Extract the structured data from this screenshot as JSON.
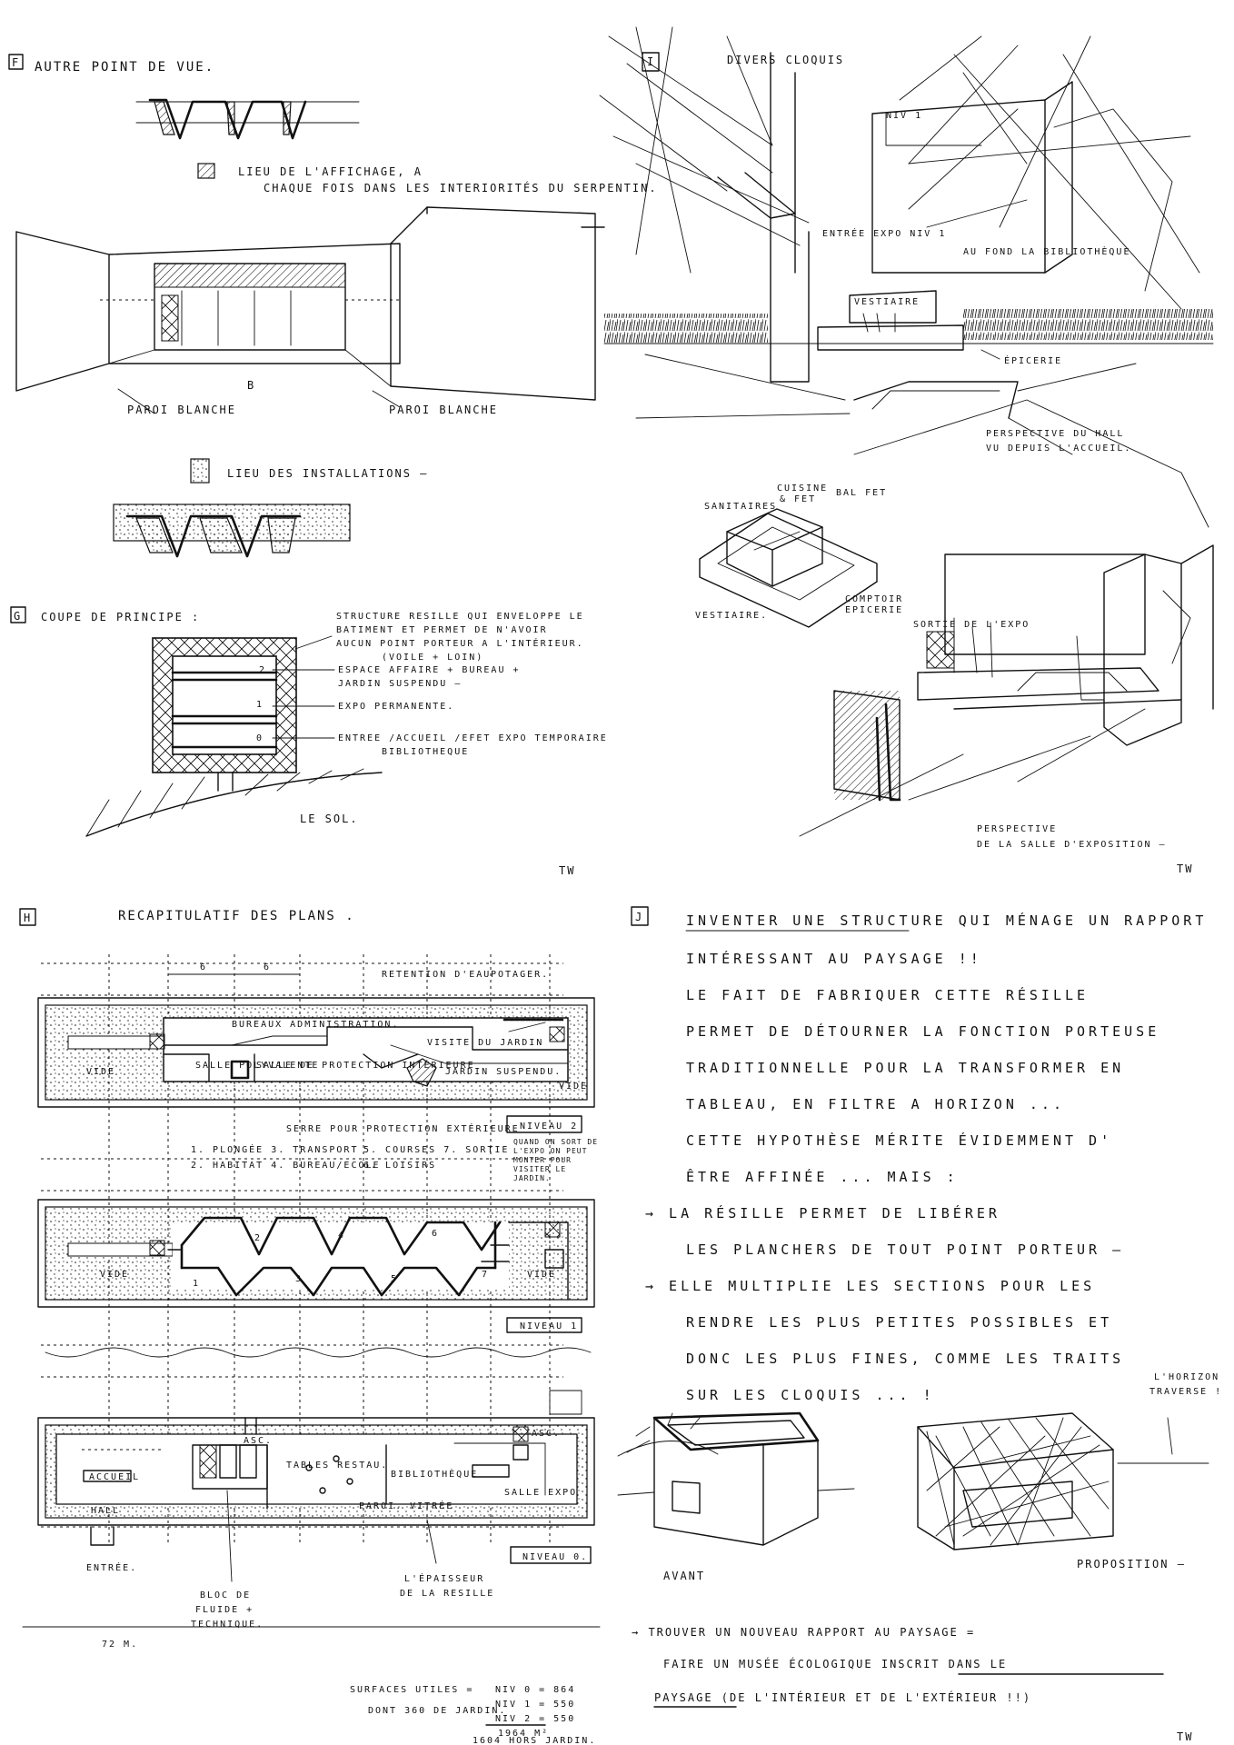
{
  "sheets": {
    "F": {
      "letter": "F",
      "title": "AUTRE POINT DE VUE.",
      "legend_display": "LIEU DE L'AFFICHAGE, A",
      "legend_display_2": "CHAQUE FOIS DANS LES INTERIORITÉS DU SERPENTIN.",
      "label_left_wall": "PAROI BLANCHE",
      "label_right_wall": "PAROI BLANCHE",
      "label_b": "B",
      "legend_install": "LIEU DES INSTALLATIONS —"
    },
    "G": {
      "letter": "G",
      "title": "COUPE DE PRINCIPE :",
      "note_1": "STRUCTURE RESILLE QUI ENVELOPPE LE",
      "note_2": "BATIMENT ET PERMET DE N'AVOIR",
      "note_3": "AUCUN POINT PORTEUR A L'INTÉRIEUR.",
      "note_4": "(VOILE + LOIN)",
      "level_2": "2",
      "level_1": "1",
      "level_0": "0",
      "label_l2a": "ESPACE AFFAIRE + BUREAU +",
      "label_l2b": "JARDIN SUSPENDU —",
      "label_l1": "EXPO PERMANENTE.",
      "label_l0a": "ENTREE /ACCUEIL /EFET EXPO TEMPORAIRE",
      "label_l0b": "BIBLIOTHEQUE",
      "ground": "LE SOL."
    },
    "I": {
      "letter": "I",
      "title": "DIVERS CLOQUIS",
      "label_niv1": "NIV 1",
      "label_entree": "ENTRÉE EXPO NIV 1",
      "label_fond": "AU FOND LA BIBLIOTHÈQUE",
      "label_vestiaire": "VESTIAIRE",
      "label_epicerie": "ÉPICERIE",
      "caption_1": "PERSPECTIVE DU HALL",
      "caption_2": "VU DEPUIS L'ACCUEIL.",
      "axo_sanitaires": "SANITAIRES",
      "axo_cuisine_1": "CUISINE",
      "axo_cuisine_2": "& FET",
      "axo_balfet": "BAL FET",
      "axo_vestiaire": "VESTIAIRE.",
      "axo_comptoir_1": "COMPTOIR",
      "axo_comptoir_2": "EPICERIE",
      "label_sortie": "SORTIE DE L'EXPO",
      "caption_3": "PERSPECTIVE",
      "caption_4": "DE LA SALLE D'EXPOSITION —",
      "signature": "TW"
    },
    "H": {
      "letter": "H",
      "title": "RECAPITULATIF DES PLANS .",
      "dim_6a": "6",
      "dim_6b": "6",
      "plan2_retention": "RETENTION D'EAU",
      "plan2_potager": "POTAGER.",
      "plan2_bureaux": "BUREAUX ADMINISTRATION.",
      "plan2_visite": "VISITE DU JARDIN",
      "plan2_salle_pol": "SALLE POLYVALENTE",
      "plan2_salle_prot": "SALLE DE PROTECTION INTÉRIEURE",
      "plan2_jardin": "JARDIN SUSPENDU.",
      "plan2_vide_l": "VIDE",
      "plan2_vide_r": "VIDE",
      "plan2_serre": "SERRE POUR PROTECTION EXTÉRIEURE",
      "niveau_2": "NIVEAU 2",
      "legend_1": "1. PLONGÉE 3. TRANSPORT",
      "legend_2": "2. HABITAT 4. BUREAU/ECOLE",
      "legend_5": "5. COURSES 7. SORTIE",
      "legend_6": "6. LOISIRS",
      "legend_note": "QUAND ON SORT DE L'EXPO ON PEUT MONTER POUR VISITER LE JARDIN.",
      "plan1_vide_l": "VIDE",
      "plan1_vide_r": "VIDE",
      "plan1_rooms": [
        "1",
        "2",
        "3",
        "4",
        "5",
        "6",
        "7"
      ],
      "niveau_1": "NIVEAU 1",
      "plan0_hall": "HALL",
      "plan0_accueil": "ACCUEIL",
      "plan0_tables": "TABLES RESTAU.",
      "plan0_biblio": "BIBLIOTHÈQUE",
      "plan0_salle_expo": "SALLE EXPO",
      "plan0_paroi": "PAROI. VITRÉE",
      "plan0_asc_l": "ASC.",
      "plan0_asc_r": "ASC.",
      "plan0_entree": "ENTRÉE.",
      "plan0_bloc_1": "BLOC DE",
      "plan0_bloc_2": "FLUIDE +",
      "plan0_bloc_3": "TECHNIQUE.",
      "plan0_epaisseur_1": "L'ÉPAISSEUR",
      "plan0_epaisseur_2": "DE LA RESILLE",
      "niveau_0": "NIVEAU 0.",
      "scale": "72 M.",
      "surf_label": "SURFACES UTILES =",
      "surf_0": "NIV 0 = 864",
      "surf_1": "NIV 1 = 550",
      "surf_2": "NIV 2 = 550",
      "surf_garden": "DONT 360 DE JARDIN.",
      "surf_total": "1964 M²",
      "surf_hors": "1604 HORS JARDIN."
    },
    "J": {
      "letter": "J",
      "lines": [
        "INVENTER UNE STRUCTURE QUI MÉNAGE UN RAPPORT",
        "INTÉRESSANT AU PAYSAGE !!",
        "LE FAIT DE FABRIQUER CETTE RÉSILLE",
        "PERMET DE DÉTOURNER LA FONCTION PORTEUSE",
        "TRADITIONNELLE POUR LA TRANSFORMER EN",
        "TABLEAU, EN FILTRE A HORIZON ...",
        "CETTE HYPOTHÈSE MÉRITE ÉVIDEMMENT D'",
        "ÊTRE AFFINÉE ... MAIS :",
        "→ LA RÉSILLE PERMET DE LIBÉRER",
        "LES PLANCHERS DE TOUT POINT PORTEUR —",
        "→ ELLE MULTIPLIE LES SECTIONS POUR LES",
        "RENDRE LES PLUS PETITES POSSIBLES ET",
        "DONC LES PLUS FINES, COMME LES TRAITS",
        "SUR LES CLOQUIS ... !"
      ],
      "label_avant": "AVANT",
      "label_proposition": "PROPOSITION —",
      "label_horizon_1": "L'HORIZON",
      "label_horizon_2": "TRAVERSE !",
      "final_1": "→ TROUVER UN NOUVEAU RAPPORT AU PAYSAGE =",
      "final_2": "FAIRE UN MUSÉE ÉCOLOGIQUE INSCRIT DANS LE",
      "final_3": "PAYSAGE (DE L'INTÉRIEUR ET DE L'EXTÉRIEUR !!)"
    }
  }
}
